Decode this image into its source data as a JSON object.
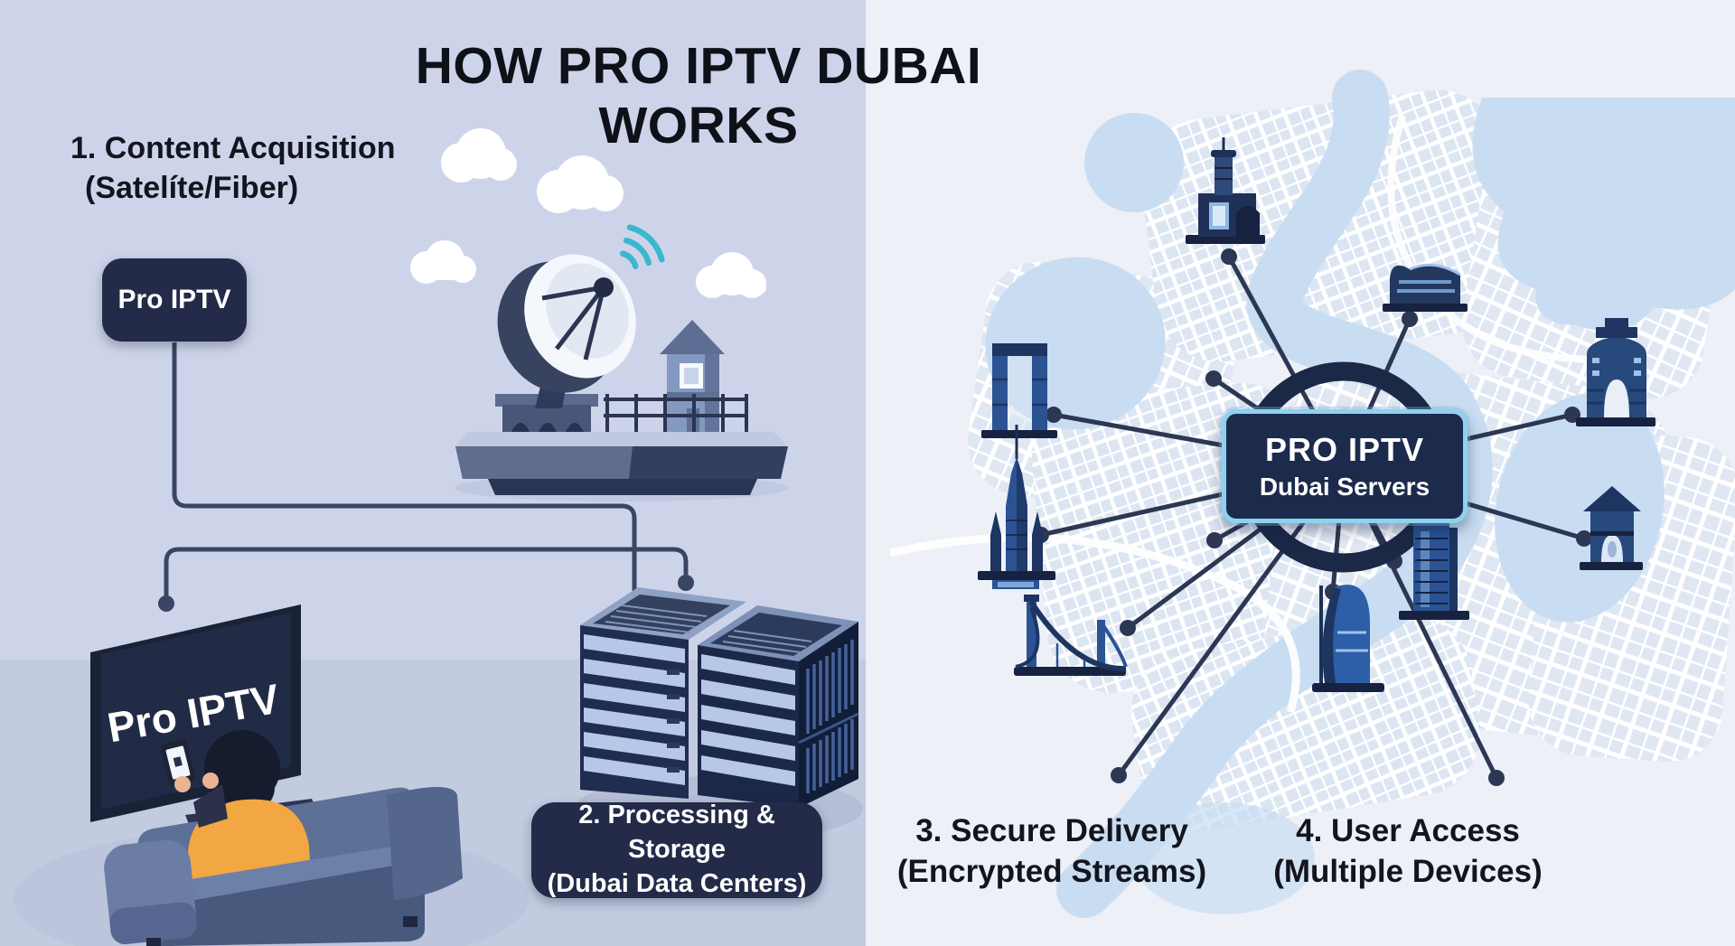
{
  "title": "HOW PRO IPTV DUBAI WORKS",
  "steps": [
    {
      "title": "1. Content Acquisition",
      "subtitle": "(Satelíte/Fiber)"
    },
    {
      "title": "2. Processing & Storage",
      "subtitle": "(Dubai Data Centers)"
    },
    {
      "title": "3. Secure Delivery",
      "subtitle": "(Encrypted Streams)"
    },
    {
      "title": "4. User Access",
      "subtitle": "(Multiple Devices)"
    }
  ],
  "brand": {
    "source_box_label": "Pro IPTV",
    "tv_screen_label": "Pro IPTV",
    "hub_title": "PRO IPTV",
    "hub_subtitle": "Dubai Servers"
  },
  "colors": {
    "left_background": "#cdd4ea",
    "left_floor": "#c3cbe0",
    "right_background": "#edf0f7",
    "map_blocks": "#dfe7f3",
    "map_water": "#c9ddf2",
    "navy_box": "#232b48",
    "hub_border": "#8ed2ee",
    "connector": "#3a4563",
    "signal_teal": "#3bb7ce",
    "shirt_orange": "#f2a742",
    "text": "#13151e"
  },
  "icons": {
    "cloud-icon": "white puffy cloud shape",
    "satellite-dish-icon": "parabolic dish on pedestal",
    "wifi-signal-icon": "three teal arcs",
    "watch-tower-icon": "tower with pyramid roof and railing",
    "server-rack-icon": "isometric server cabinets",
    "tv-icon": "flat screen television",
    "smartphone-icon": "phone in viewer hand",
    "person-icon": "viewer on couch",
    "couch-icon": "blue sofa",
    "connector-line-icon": "rounded elbow connector with end dots",
    "hub-ring-icon": "dark circle ring around server hub",
    "map-icon": "abstract dubai street map",
    "mosque-landmark-icon": "mosque fort silhouette",
    "opera-house-landmark-icon": "dubai opera hull silhouette",
    "arch-gate-landmark-icon": "monument arch silhouette",
    "pavilion-landmark-icon": "pitched roof pavilion silhouette",
    "dubai-frame-landmark-icon": "two pillars with top bar",
    "burj-khalifa-landmark-icon": "tapering spire tower",
    "bridge-landmark-icon": "cable bridge silhouette",
    "burj-al-arab-landmark-icon": "sail shaped hotel silhouette",
    "skyscraper-landmark-icon": "slant top high rise"
  }
}
